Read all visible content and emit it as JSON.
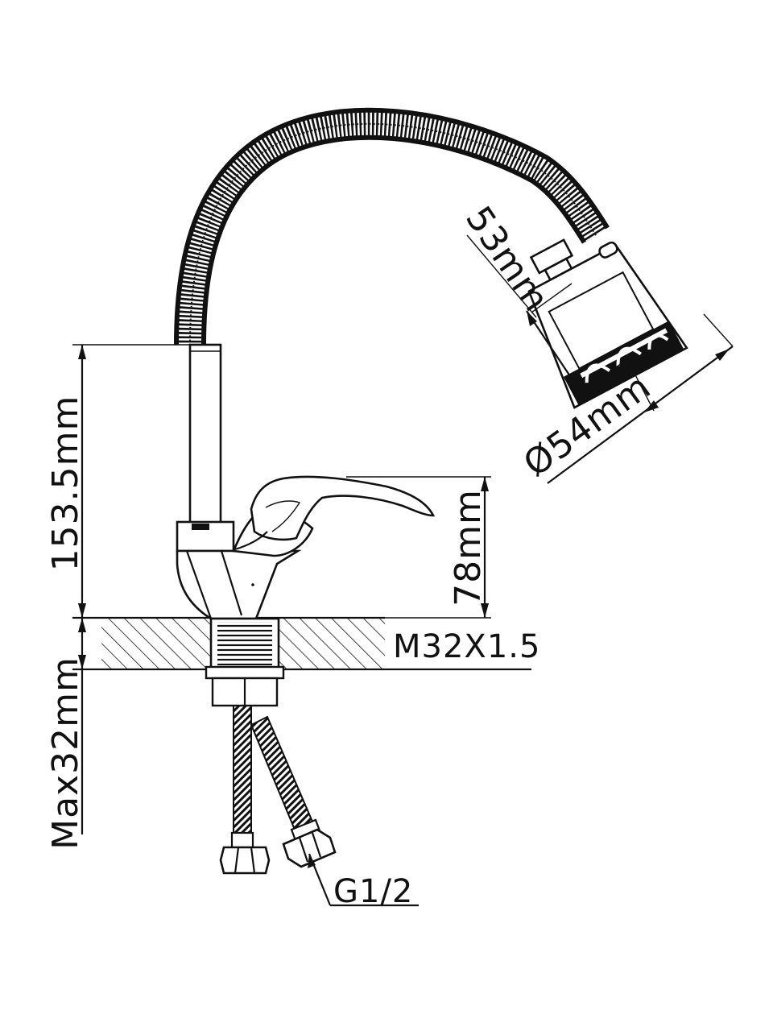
{
  "diagram": {
    "dimensions": {
      "spout_height": "153.5mm",
      "body_height": "78mm",
      "counter_thickness": "Max32mm",
      "aerator_length": "53mm",
      "aerator_diameter": "Ø54mm",
      "mount_thread": "M32X1.5",
      "hose_thread": "G1/2"
    },
    "colors": {
      "line": "#111111",
      "background": "#ffffff"
    }
  }
}
